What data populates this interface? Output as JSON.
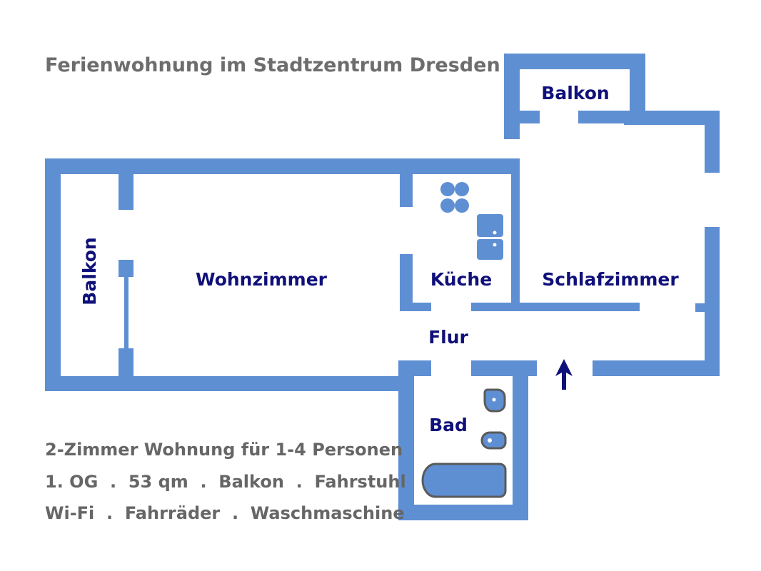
{
  "title": "Ferienwohnung im Stadtzentrum Dresden",
  "rooms": {
    "balkon_top": "Balkon",
    "balkon_left": "Balkon",
    "wohnzimmer": "Wohnzimmer",
    "kueche": "Küche",
    "schlafzimmer": "Schlafzimmer",
    "flur": "Flur",
    "bad": "Bad"
  },
  "info": {
    "line1": "2-Zimmer Wohnung für 1-4 Personen",
    "line2": "1. OG  .  53 qm  .  Balkon  .  Fahrstuhl",
    "line3": "Wi-Fi  .  Fahrräder  .  Waschmaschine"
  },
  "colors": {
    "walls": "#5f8fd3",
    "room_labels": "#10107a",
    "info_text": "#666666"
  },
  "icons": [
    "stove-icon",
    "kitchen-cabinet-icon",
    "sink-icon",
    "toilet-icon",
    "bathtub-icon",
    "entrance-arrow-icon"
  ]
}
